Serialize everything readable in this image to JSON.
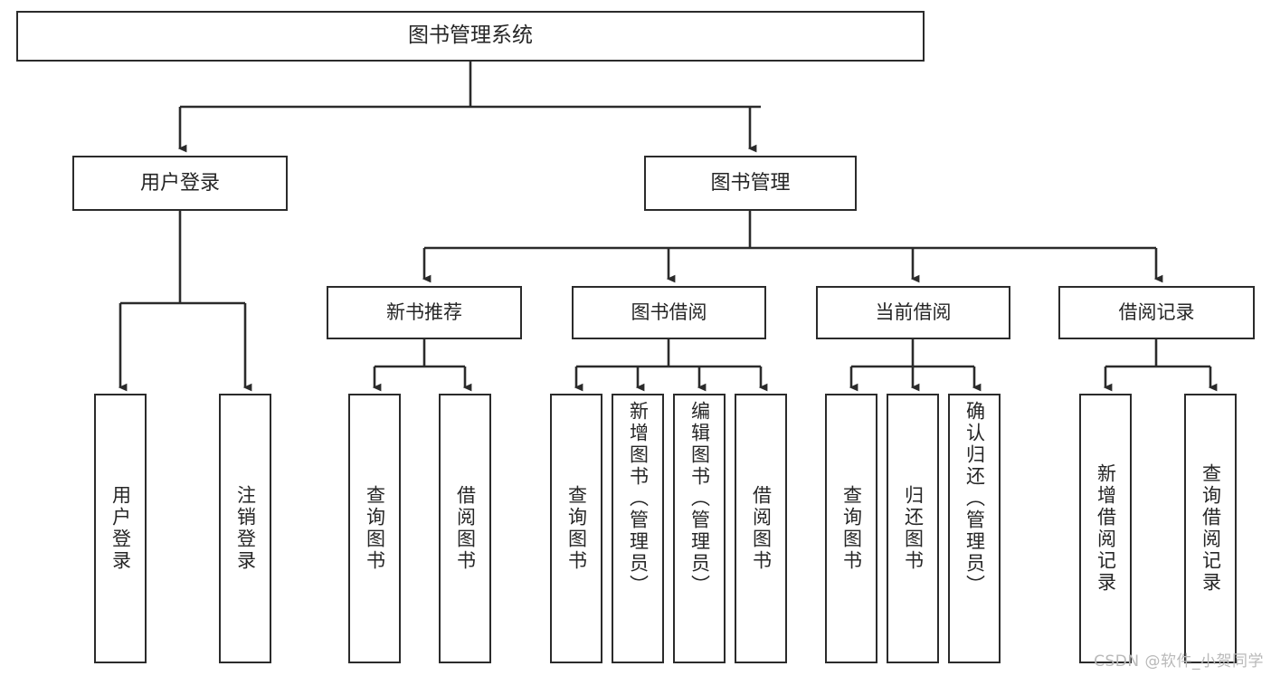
{
  "diagram": {
    "title": "图书管理系统",
    "watermark": "CSDN @软件_小贺同学",
    "colors": {
      "stroke": "#2b2b2b",
      "box_fill": "#ffffff",
      "text": "#262626",
      "background": "#ffffff",
      "watermark": "#b9b9b9"
    },
    "root": {
      "label": "图书管理系统"
    },
    "level1": [
      {
        "label": "用户登录"
      },
      {
        "label": "图书管理"
      }
    ],
    "level2": [
      {
        "label": "新书推荐"
      },
      {
        "label": "图书借阅"
      },
      {
        "label": "当前借阅"
      },
      {
        "label": "借阅记录"
      }
    ],
    "leaves": {
      "user_login": [
        {
          "label": "用户登录"
        },
        {
          "label": "注销登录"
        }
      ],
      "new_book_recommend": [
        {
          "label": "查询图书"
        },
        {
          "label": "借阅图书"
        }
      ],
      "book_borrow": [
        {
          "label": "查询图书"
        },
        {
          "label": "新增图书（管理员）"
        },
        {
          "label": "编辑图书（管理员）"
        },
        {
          "label": "借阅图书"
        }
      ],
      "current_borrow": [
        {
          "label": "查询图书"
        },
        {
          "label": "归还图书"
        },
        {
          "label": "确认归还（管理员）"
        }
      ],
      "borrow_record": [
        {
          "label": "新增借阅记录"
        },
        {
          "label": "查询借阅记录"
        }
      ]
    }
  }
}
